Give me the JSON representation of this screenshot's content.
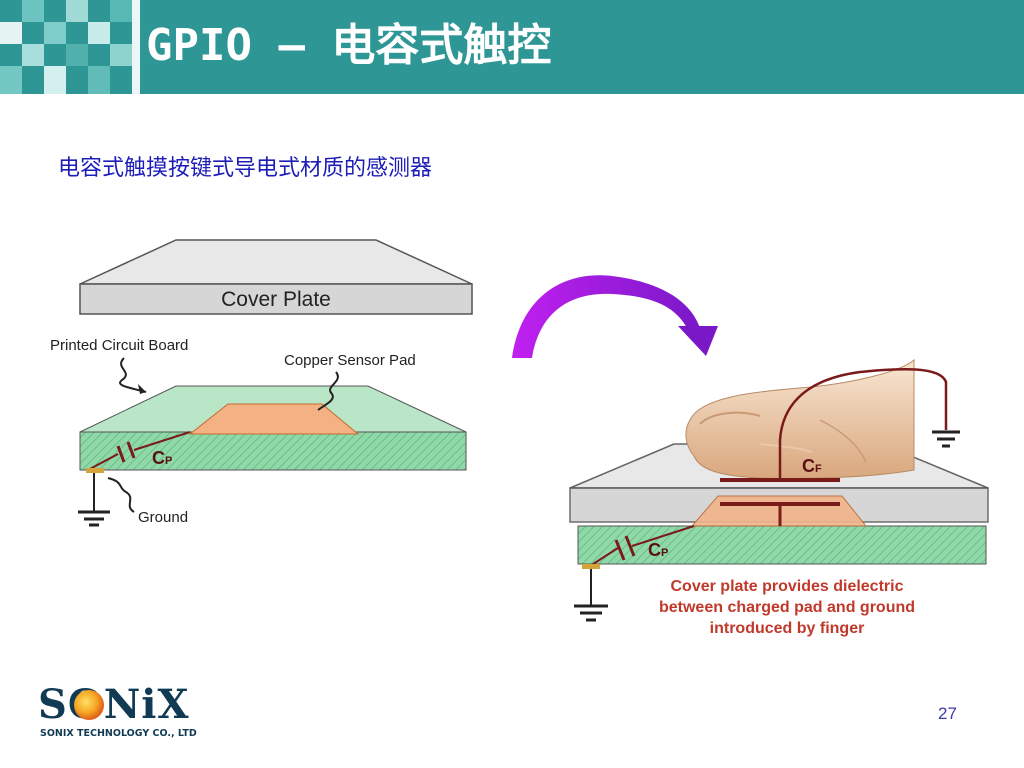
{
  "header": {
    "title": "GPIO – 电容式触控"
  },
  "subtitle": "电容式触摸按键式导电式材质的感测器",
  "left_diagram": {
    "cover_plate": "Cover Plate",
    "pcb": "Printed Circuit Board",
    "copper_pad": "Copper Sensor Pad",
    "cp_label": "C",
    "cp_sub": "P",
    "ground": "Ground"
  },
  "right_diagram": {
    "cf_label": "C",
    "cf_sub": "F",
    "cp_label": "C",
    "cp_sub": "P",
    "caption_line1": "Cover plate provides dielectric",
    "caption_line2": "between charged pad and ground",
    "caption_line3": "introduced by finger"
  },
  "logo": {
    "wordmark": "SONiX",
    "company": "SONIX TECHNOLOGY CO., LTD"
  },
  "page_number": "27",
  "colors": {
    "header_bg": "#2f9696",
    "subtitle": "#1d1db8",
    "pcb_green": "#7ccf9a",
    "copper": "#f2a36c",
    "wire": "#8b1a1a",
    "arrow_purple": "#a020e0",
    "caption_red": "#c0392b"
  }
}
